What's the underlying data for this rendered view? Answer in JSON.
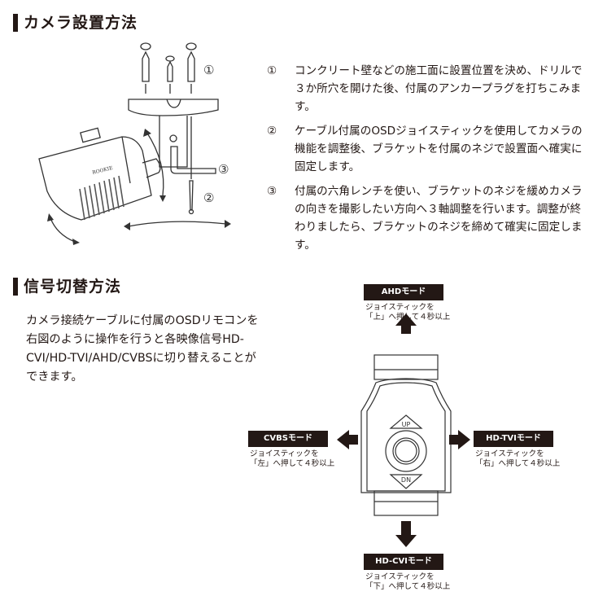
{
  "install": {
    "heading": "カメラ設置方法",
    "steps": [
      {
        "num": "①",
        "text": "コンクリート壁などの施工面に設置位置を決め、ドリルで３か所穴を開けた後、付属のアンカープラグを打ちこみます。"
      },
      {
        "num": "②",
        "text": "ケーブル付属のOSDジョイスティックを使用してカメラの機能を調整後、ブラケットを付属のネジで設置面へ確実に固定します。"
      },
      {
        "num": "③",
        "text": "付属の六角レンチを使い、ブラケットのネジを緩めカメラの向きを撮影したい方向へ３軸調整を行います。調整が終わりましたら、ブラケットのネジを締めて確実に固定します。"
      }
    ],
    "callouts": [
      "①",
      "②",
      "③"
    ],
    "logo": "ROOKIE"
  },
  "signal": {
    "heading": "信号切替方法",
    "intro": "カメラ接続ケーブルに付属のOSDリモコンを右図のように操作を行うと各映像信号HD-CVI/HD-TVI/AHD/CVBSに切り替えることができます。",
    "joystick": {
      "up": "UP",
      "down": "DN"
    },
    "modes": {
      "up": {
        "label": "AHDモード",
        "desc1": "ジョイスティックを",
        "desc2": "「上」へ押して４秒以上"
      },
      "left": {
        "label": "CVBSモード",
        "desc1": "ジョイスティックを",
        "desc2": "「左」へ押して４秒以上"
      },
      "right": {
        "label": "HD-TVIモード",
        "desc1": "ジョイスティックを",
        "desc2": "「右」へ押して４秒以上"
      },
      "down": {
        "label": "HD-CVIモード",
        "desc1": "ジョイスティックを",
        "desc2": "「下」へ押して４秒以上"
      }
    }
  },
  "colors": {
    "ink": "#231815",
    "line": "#333333"
  }
}
